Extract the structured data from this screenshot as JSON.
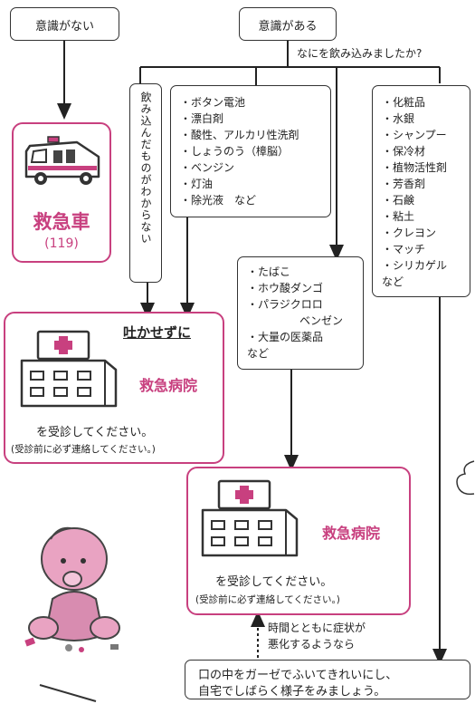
{
  "top": {
    "unconscious": "意識がない",
    "conscious": "意識がある",
    "question": "なにを飲み込みましたか?"
  },
  "ambulance": {
    "label": "救急車",
    "number": "(119)"
  },
  "unknown_label": "飲み込んだものがわからない",
  "list_a": [
    "・ボタン電池",
    "・漂白剤",
    "・酸性、アルカリ性洗剤",
    "・しょうのう（樟脳）",
    "・ベンジン",
    "・灯油",
    "・除光液　など"
  ],
  "list_b": [
    "・化粧品",
    "・水銀",
    "・シャンプー",
    "・保冷材",
    "・植物活性剤",
    "・芳香剤",
    "・石鹸",
    "・粘土",
    "・クレヨン",
    "・マッチ",
    "・シリカゲル",
    "など"
  ],
  "list_c": [
    "・たばこ",
    "・ホウ酸ダンゴ",
    "・パラジクロロ",
    "ベンゼン",
    "・大量の医薬品",
    "など"
  ],
  "hospital1": {
    "note": "吐かせずに",
    "name": "救急病院",
    "text": "を受診してください。",
    "sub": "(受診前に必ず連絡してください。)"
  },
  "hospital2": {
    "name": "救急病院",
    "text": "を受診してください。",
    "sub": "(受診前に必ず連絡してください。)"
  },
  "worsen_note": [
    "時間とともに症状が",
    "悪化するようなら"
  ],
  "home_care": [
    "口の中をガーゼでふいてきれいにし、",
    "自宅でしばらく様子をみましょう。"
  ]
}
